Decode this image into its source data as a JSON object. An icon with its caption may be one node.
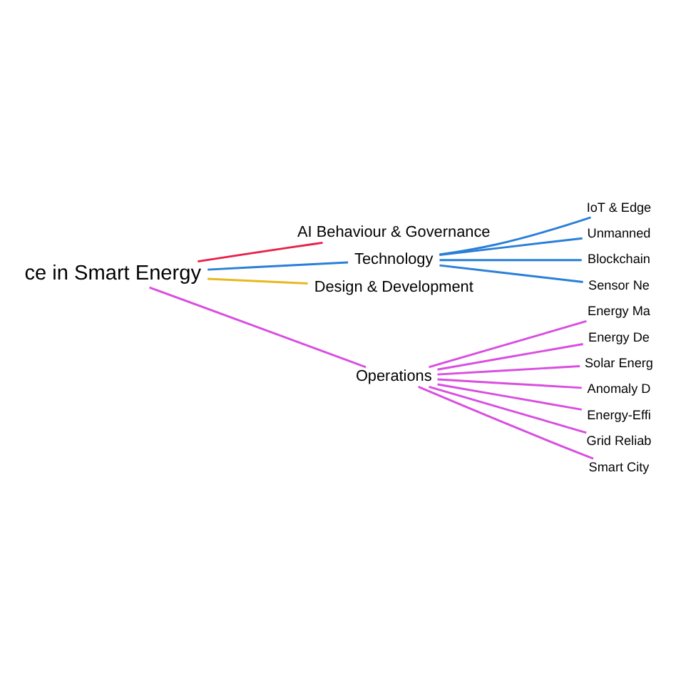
{
  "diagram": {
    "nodes": [
      {
        "text": [
          "ce in Smart Energy"
        ]
      },
      {
        "text": [
          "AI Behaviour & Governance"
        ]
      },
      {
        "text": [
          "Technology"
        ]
      },
      {
        "text": [
          "IoT & Edge"
        ]
      },
      {
        "text": [
          "Unmanned"
        ]
      },
      {
        "text": [
          "Blockchain"
        ]
      },
      {
        "text": [
          "Sensor Ne"
        ]
      },
      {
        "text": [
          "Design & Development"
        ]
      },
      {
        "text": [
          "Operations"
        ]
      },
      {
        "text": [
          "Energy Ma"
        ]
      },
      {
        "text": [
          "Energy De"
        ]
      },
      {
        "text": [
          "Solar Energ"
        ]
      },
      {
        "text": [
          "Anomaly D"
        ]
      },
      {
        "text": [
          "Energy-Effi"
        ]
      },
      {
        "text": [
          "Grid Reliab"
        ]
      },
      {
        "text": [
          "Smart City"
        ]
      }
    ],
    "edges": [
      {
        "from": 0,
        "to": 1,
        "arrow": "none",
        "color": "#e8204a"
      },
      {
        "from": 0,
        "to": 2,
        "arrow": "none",
        "color": "#2a7fd8"
      },
      {
        "from": 2,
        "to": 3,
        "arrow": "none",
        "color": "#2a7fd8"
      },
      {
        "from": 2,
        "to": 4,
        "arrow": "none",
        "color": "#2a7fd8"
      },
      {
        "from": 2,
        "to": 5,
        "arrow": "none",
        "color": "#2a7fd8"
      },
      {
        "from": 2,
        "to": 6,
        "arrow": "none",
        "color": "#2a7fd8"
      },
      {
        "from": 0,
        "to": 7,
        "arrow": "none",
        "color": "#e8b820"
      },
      {
        "from": 0,
        "to": 8,
        "arrow": "none"
      },
      {
        "from": 8,
        "to": 9,
        "arrow": "none"
      },
      {
        "from": 8,
        "to": 10,
        "arrow": "none"
      },
      {
        "from": 8,
        "to": 11,
        "arrow": "none"
      },
      {
        "from": 8,
        "to": 12,
        "arrow": "none"
      },
      {
        "from": 8,
        "to": 13,
        "arrow": "none"
      },
      {
        "from": 8,
        "to": 14,
        "arrow": "none"
      },
      {
        "from": 8,
        "to": 15,
        "arrow": "none"
      }
    ]
  }
}
